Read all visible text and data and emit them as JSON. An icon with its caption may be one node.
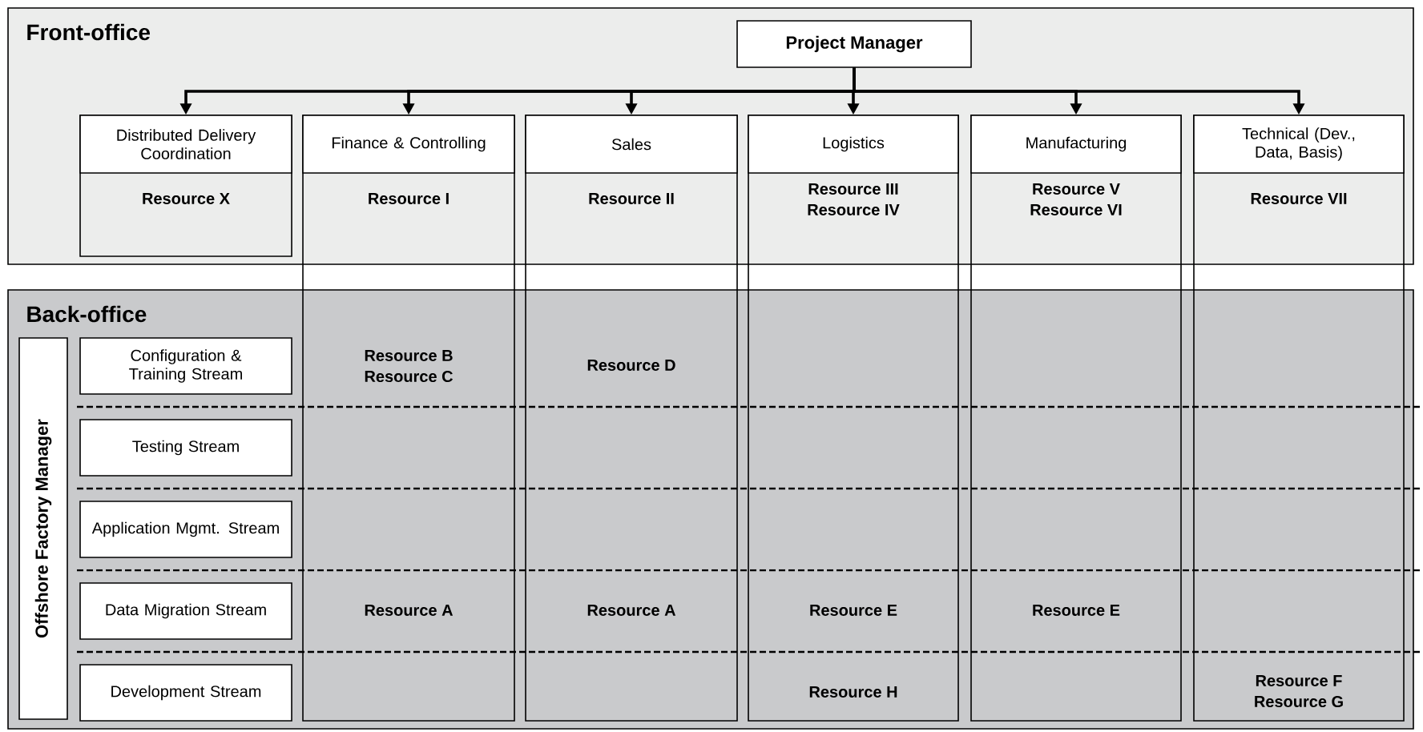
{
  "diagram": {
    "nodes": [
      {
        "text": [
          "Front-office"
        ]
      },
      {
        "text": [
          "Back-office"
        ]
      },
      {
        "text": [
          "Project Manager"
        ],
        "in": 0
      },
      {
        "text": [
          "Distributed Delivery Coordination",
          "Resource X"
        ],
        "in": 0
      },
      {
        "text": [
          "Finance & Controlling",
          "Resource I",
          "Resource B",
          "Resource C",
          "Resource A"
        ]
      },
      {
        "text": [
          "Sales",
          "Resource II",
          "Resource D",
          "Resource A"
        ]
      },
      {
        "text": [
          "Logistics",
          "Resource III",
          "Resource IV",
          "Resource E",
          "Resource H"
        ]
      },
      {
        "text": [
          "Manufacturing",
          "Resource V",
          "Resource VI",
          "Resource E"
        ]
      },
      {
        "text": [
          "Technical (Dev., Data, Basis)",
          "Resource VII",
          "Resource F",
          "Resource G"
        ]
      },
      {
        "text": [
          "Offshore Factory Manager"
        ],
        "in": 1
      },
      {
        "text": [
          "Configuration & Training Stream"
        ],
        "in": 1
      },
      {
        "text": [
          "Testing Stream"
        ],
        "in": 1
      },
      {
        "text": [
          "Application Mgmt. Stream"
        ],
        "in": 1
      },
      {
        "text": [
          "Data Migration Stream"
        ],
        "in": 1
      },
      {
        "text": [
          "Development Stream"
        ],
        "in": 1
      }
    ],
    "edges": [
      {
        "from": 2,
        "to": 3,
        "arrow": "to"
      },
      {
        "from": 2,
        "to": 4,
        "arrow": "to"
      },
      {
        "from": 2,
        "to": 5,
        "arrow": "to"
      },
      {
        "from": 2,
        "to": 6,
        "arrow": "to"
      },
      {
        "from": 2,
        "to": 7,
        "arrow": "to"
      },
      {
        "from": 2,
        "to": 8,
        "arrow": "to"
      }
    ]
  }
}
